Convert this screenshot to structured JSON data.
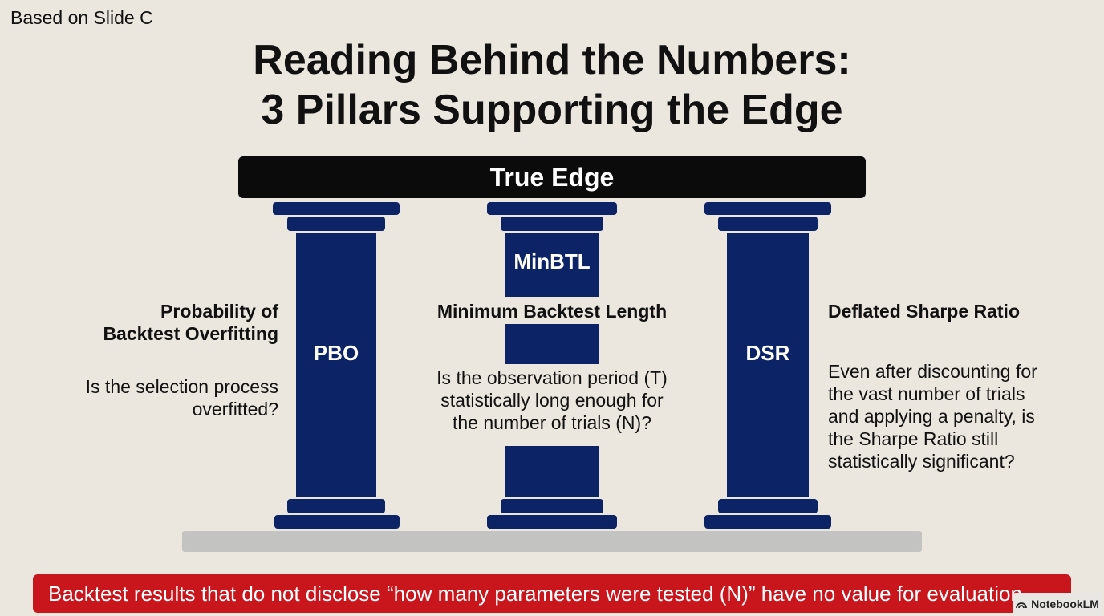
{
  "header": {
    "corner_note": "Based on Slide C",
    "title_line1": "Reading Behind the Numbers:",
    "title_line2": "3 Pillars Supporting the Edge"
  },
  "beam": {
    "label": "True Edge"
  },
  "pillars": [
    {
      "abbr": "PBO",
      "heading_line1": "Probability of",
      "heading_line2": "Backtest Overfitting",
      "question_lines": [
        "Is the selection process",
        "overfitted?"
      ]
    },
    {
      "abbr": "MinBTL",
      "heading": "Minimum Backtest Length",
      "question_lines": [
        "Is the observation period (T)",
        "statistically long enough for",
        "the number of trials (N)?"
      ]
    },
    {
      "abbr": "DSR",
      "heading": "Deflated Sharpe Ratio",
      "question_lines": [
        "Even after discounting for",
        "the vast number of trials",
        "and applying a penalty, is",
        "the Sharpe Ratio still",
        "statistically significant?"
      ]
    }
  ],
  "footer": {
    "warning": "Backtest results that do not disclose “how many parameters were tested (N)” have no value for evaluation.",
    "badge": "NotebookLM"
  },
  "colors": {
    "background": "#ebe7df",
    "pillar_navy": "#0c2466",
    "beam_black": "#0b0b0b",
    "warning_red": "#c8161c",
    "base_gray": "#c3c3c1"
  },
  "icons": {
    "badge_icon": "notebooklm-logo-icon"
  }
}
